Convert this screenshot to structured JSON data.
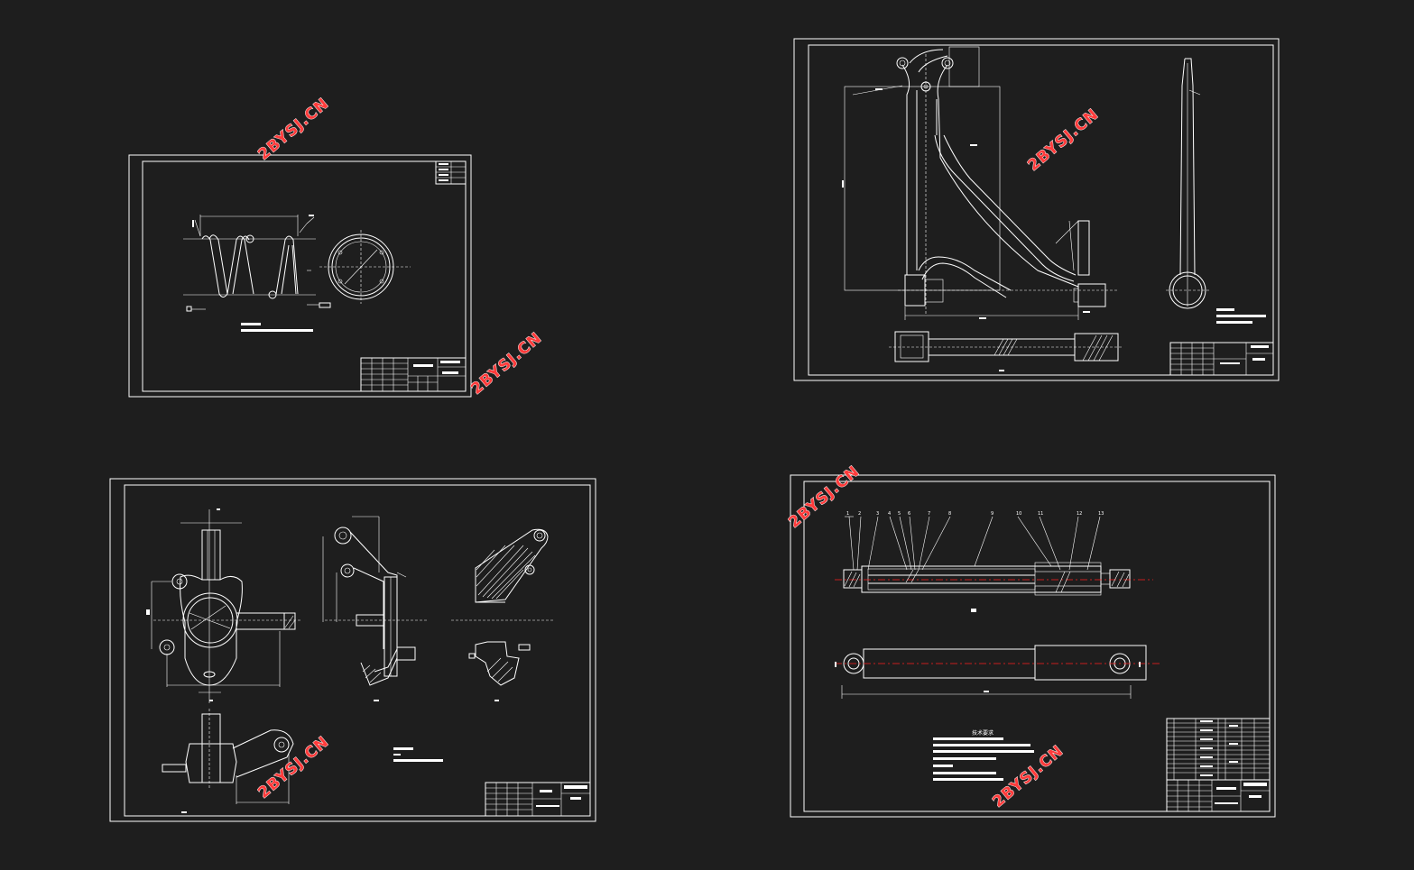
{
  "watermark": {
    "text": "2BYSJ.CN",
    "color": "#ff3b3b"
  },
  "sheets": [
    {
      "name": "spring-drawing"
    },
    {
      "name": "suspension-arm-drawing"
    },
    {
      "name": "knuckle-drawing"
    },
    {
      "name": "shock-absorber-drawing"
    }
  ],
  "shock_absorber": {
    "part_numbers": [
      "1",
      "2",
      "3",
      "4",
      "5",
      "6",
      "7",
      "8",
      "9",
      "10",
      "11",
      "12",
      "13"
    ],
    "tech_heading": "技术要求"
  },
  "colors": {
    "background": "#1e1e1e",
    "lines": "#ffffff",
    "centerline": "#ff2020"
  }
}
